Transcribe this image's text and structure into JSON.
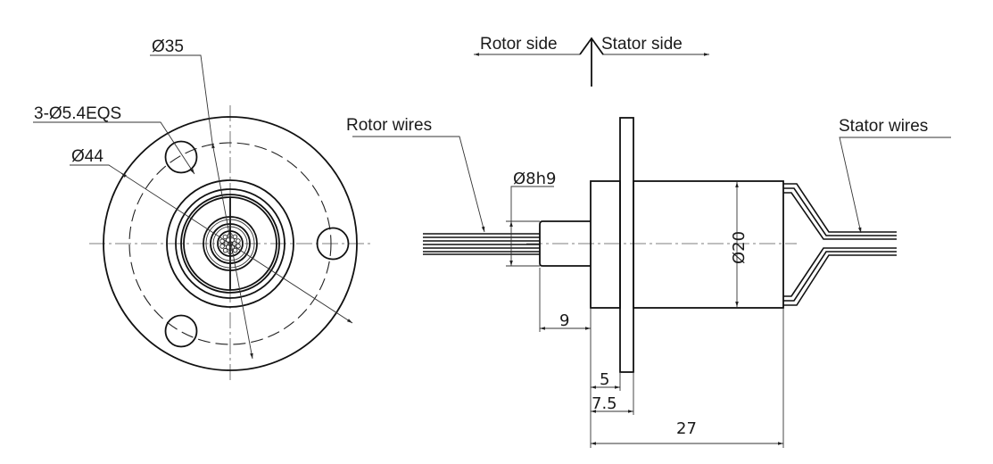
{
  "title": "Slip ring technical drawing",
  "front_view": {
    "labels": {
      "bolt_circle": "Ø35",
      "mount_holes": "3-Ø5.4EQS",
      "outer_flange": "Ø44"
    }
  },
  "side_view": {
    "direction": {
      "rotor_side": "Rotor side",
      "stator_side": "Stator side"
    },
    "labels": {
      "rotor_wires": "Rotor wires",
      "stator_wires": "Stator wires",
      "shaft_diameter": "Ø8h9",
      "body_diameter": "Ø20"
    },
    "dimensions": {
      "shaft_length": "9",
      "flange_offset": "5",
      "flange_outer": "7.5",
      "overall_length": "27"
    }
  }
}
